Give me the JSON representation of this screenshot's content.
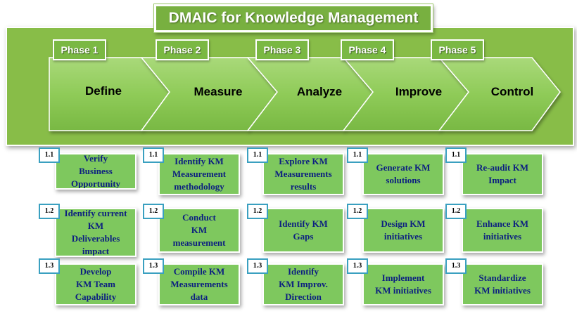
{
  "title": "DMAIC for Knowledge Management",
  "phases": [
    {
      "tag": "Phase 1",
      "name": "Define"
    },
    {
      "tag": "Phase 2",
      "name": "Measure"
    },
    {
      "tag": "Phase 3",
      "name": "Analyze"
    },
    {
      "tag": "Phase 4",
      "name": "Improve"
    },
    {
      "tag": "Phase 5",
      "name": "Control"
    }
  ],
  "steps": [
    [
      {
        "num": "1.1",
        "text": "Verify\nBusiness\nOpportunity"
      },
      {
        "num": "1.2",
        "text": "Identify current\nKM\nDeliverables\nimpact"
      },
      {
        "num": "1.3",
        "text": "Develop\nKM Team\nCapability"
      }
    ],
    [
      {
        "num": "1.1",
        "text": "Identify KM\nMeasurement\nmethodology"
      },
      {
        "num": "1.2",
        "text": "Conduct\nKM\nmeasurement"
      },
      {
        "num": "1.3",
        "text": "Compile KM\nMeasurements\ndata"
      }
    ],
    [
      {
        "num": "1.1",
        "text": "Explore KM\nMeasurements\nresults"
      },
      {
        "num": "1.2",
        "text": "Identify KM\nGaps"
      },
      {
        "num": "1.3",
        "text": "Identify\nKM Improv.\nDirection"
      }
    ],
    [
      {
        "num": "1.1",
        "text": "Generate KM\nsolutions"
      },
      {
        "num": "1.2",
        "text": "Design KM\ninitiatives"
      },
      {
        "num": "1.3",
        "text": "Implement\nKM initiatives"
      }
    ],
    [
      {
        "num": "1.1",
        "text": "Re-audit KM\nImpact"
      },
      {
        "num": "1.2",
        "text": "Enhance KM\ninitiatives"
      },
      {
        "num": "1.3",
        "text": "Standardize\nKM initiatives"
      }
    ]
  ]
}
